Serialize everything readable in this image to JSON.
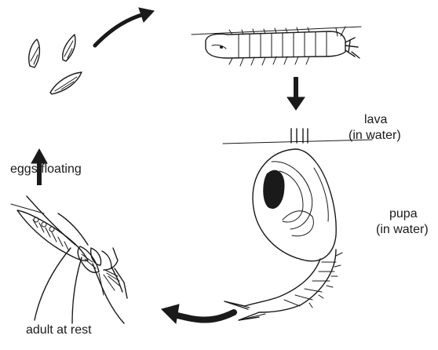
{
  "stages": {
    "larva_label": "lava",
    "larva_sub": "(in water)",
    "eggs_label": "eggs floating",
    "pupa_label": "pupa",
    "pupa_sub": "(in water)",
    "adult_label": "adult at rest"
  },
  "colors": {
    "ink": "#1a1a1a",
    "background": "#ffffff"
  }
}
